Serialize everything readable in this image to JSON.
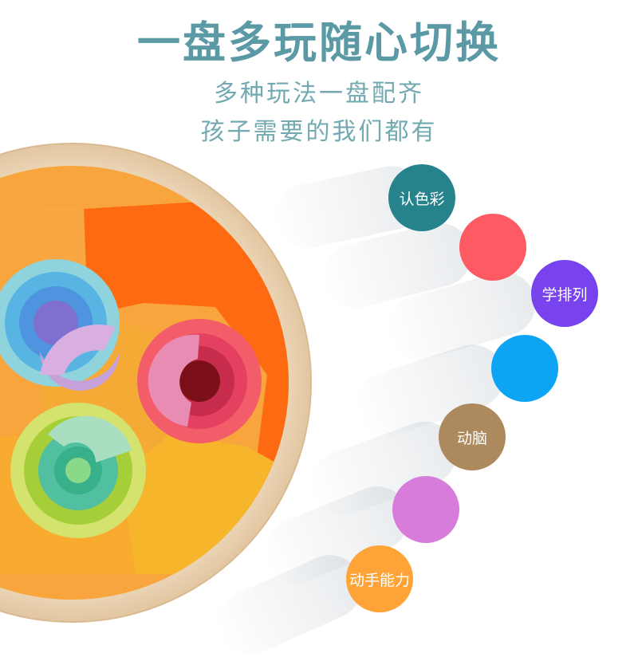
{
  "headline": {
    "title": "一盘多玩随心切换",
    "line1": "多种玩法一盘配齐",
    "line2": "孩子需要的我们都有"
  },
  "bubbles": [
    {
      "label": "认色彩",
      "color": "#26838c"
    },
    {
      "label": "",
      "color": "#fd5a63"
    },
    {
      "label": "学排列",
      "color": "#7842ec"
    },
    {
      "label": "",
      "color": "#0ea4f4"
    },
    {
      "label": "动脑",
      "color": "#ad8a5d"
    },
    {
      "label": "",
      "color": "#d77cdb"
    },
    {
      "label": "动手能力",
      "color": "#fda338"
    }
  ],
  "colors": {
    "title": "#5b9aa5",
    "subtitle": "#73a9b1",
    "board_wood": "#ead3b4"
  }
}
